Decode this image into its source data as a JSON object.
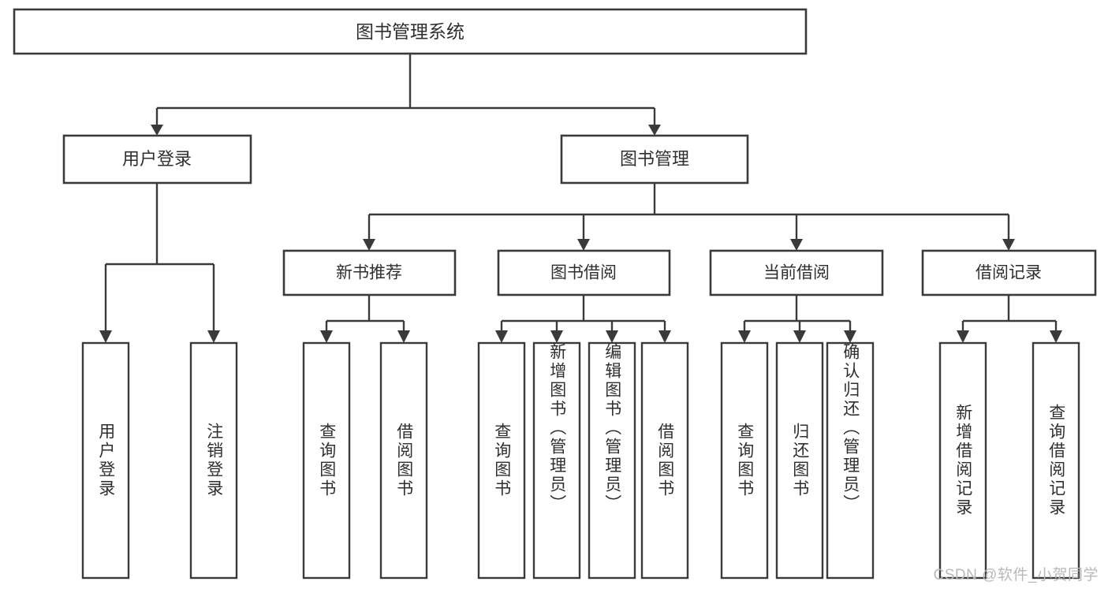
{
  "diagram": {
    "type": "tree-hierarchy",
    "title": "图书管理系统",
    "watermark": "CSDN @软件_小贺同学",
    "colors": {
      "stroke": "#3a3a3a",
      "node_fill": "#ffffff",
      "text": "#2f2f2f",
      "background": "#ffffff",
      "watermark": "#b9b9b9"
    },
    "root": {
      "label": "图书管理系统"
    },
    "level1": [
      {
        "label": "用户登录"
      },
      {
        "label": "图书管理"
      }
    ],
    "level2": [
      {
        "label": "新书推荐"
      },
      {
        "label": "图书借阅"
      },
      {
        "label": "当前借阅"
      },
      {
        "label": "借阅记录"
      }
    ],
    "leaves": {
      "user_login": [
        {
          "label": "用户登录"
        },
        {
          "label": "注销登录"
        }
      ],
      "new_book_recommend": [
        {
          "label": "查询图书"
        },
        {
          "label": "借阅图书"
        }
      ],
      "book_borrow": [
        {
          "label": "查询图书"
        },
        {
          "label": "新增图书（管理员）"
        },
        {
          "label": "编辑图书（管理员）"
        },
        {
          "label": "借阅图书"
        }
      ],
      "current_borrow": [
        {
          "label": "查询图书"
        },
        {
          "label": "归还图书"
        },
        {
          "label": "确认归还（管理员）"
        }
      ],
      "borrow_record": [
        {
          "label": "新增借阅记录"
        },
        {
          "label": "查询借阅记录"
        }
      ]
    }
  }
}
